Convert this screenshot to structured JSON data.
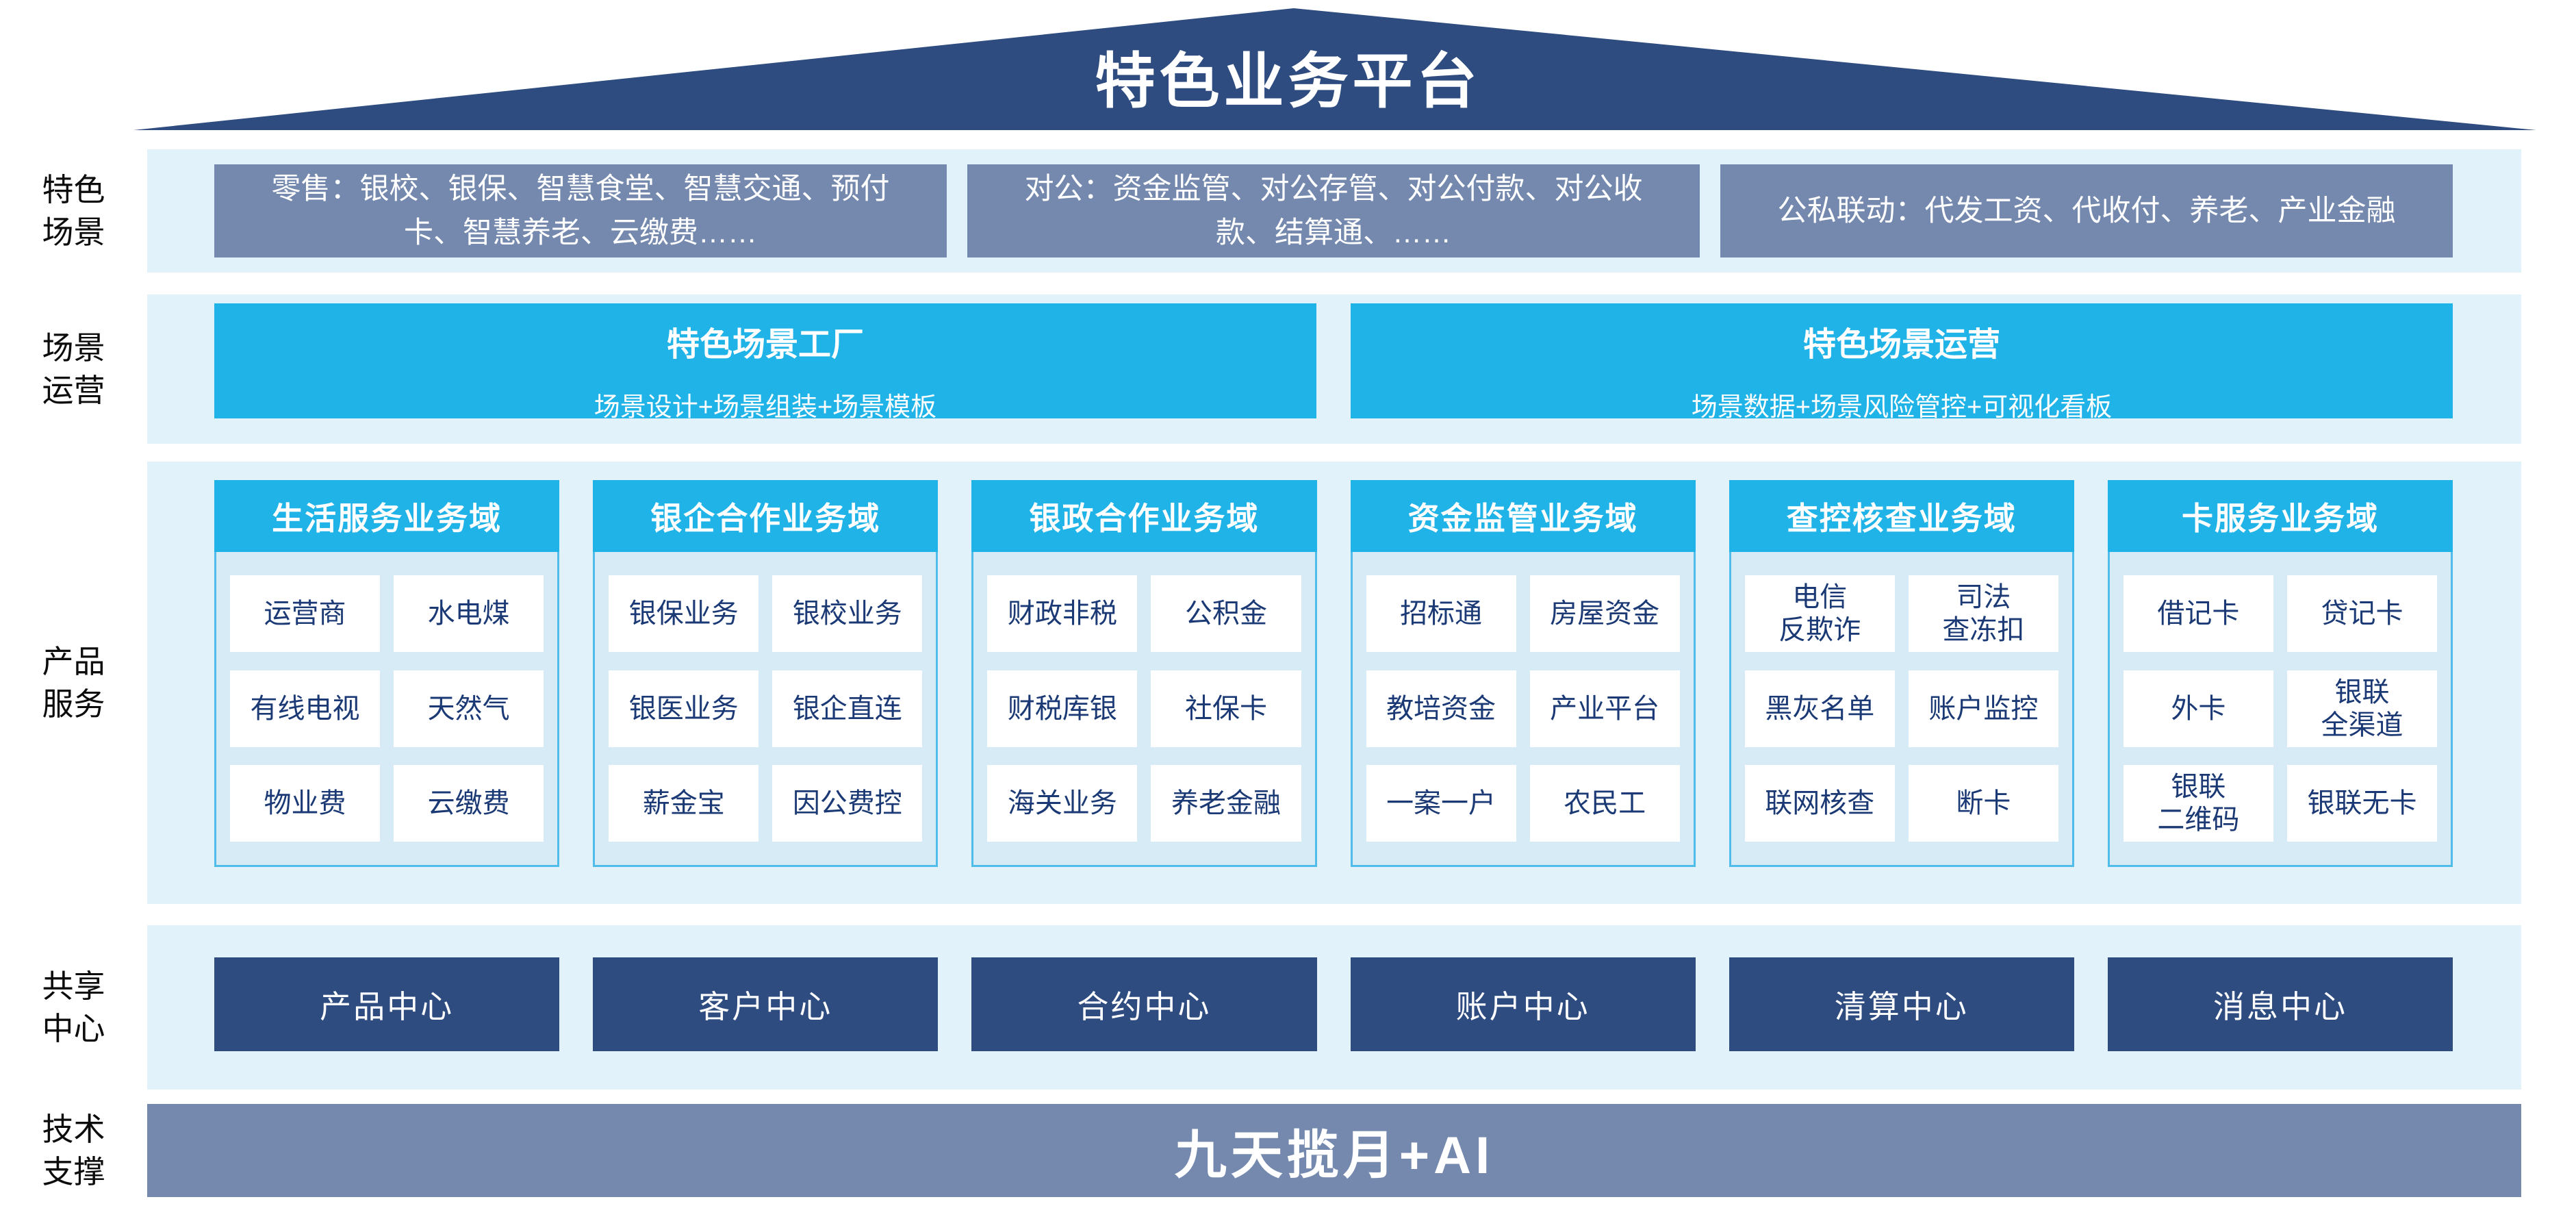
{
  "title": "特色业务平台",
  "colors": {
    "navy": "#2F4C80",
    "slate": "#7489AD",
    "cyan": "#1FB3E8",
    "strip": "#E2F2FA",
    "colbody": "#D7EBF7",
    "colborder": "#4FBCE9",
    "celltext": "#1B3A75"
  },
  "sections": {
    "scenes": {
      "label": "特色\n场景",
      "boxes": [
        "零售：银校、银保、智慧食堂、智慧交通、预付卡、智慧养老、云缴费……",
        "对公：资金监管、对公存管、对公付款、对公收款、结算通、……",
        "公私联动：代发工资、代收付、养老、产业金融"
      ]
    },
    "operations": {
      "label": "场景\n运营",
      "boxes": [
        {
          "title": "特色场景工厂",
          "subtitle": "场景设计+场景组装+场景模板"
        },
        {
          "title": "特色场景运营",
          "subtitle": "场景数据+场景风险管控+可视化看板"
        }
      ]
    },
    "products": {
      "label": "产品\n服务",
      "columns": [
        {
          "header": "生活服务业务域",
          "cells": [
            "运营商",
            "水电煤",
            "有线电视",
            "天然气",
            "物业费",
            "云缴费"
          ]
        },
        {
          "header": "银企合作业务域",
          "cells": [
            "银保业务",
            "银校业务",
            "银医业务",
            "银企直连",
            "薪金宝",
            "因公费控"
          ]
        },
        {
          "header": "银政合作业务域",
          "cells": [
            "财政非税",
            "公积金",
            "财税库银",
            "社保卡",
            "海关业务",
            "养老金融"
          ]
        },
        {
          "header": "资金监管业务域",
          "cells": [
            "招标通",
            "房屋资金",
            "教培资金",
            "产业平台",
            "一案一户",
            "农民工"
          ]
        },
        {
          "header": "查控核查业务域",
          "cells": [
            "电信\n反欺诈",
            "司法\n查冻扣",
            "黑灰名单",
            "账户监控",
            "联网核查",
            "断卡"
          ]
        },
        {
          "header": "卡服务业务域",
          "cells": [
            "借记卡",
            "贷记卡",
            "外卡",
            "银联\n全渠道",
            "银联\n二维码",
            "银联无卡"
          ]
        }
      ]
    },
    "shared": {
      "label": "共享\n中心",
      "centers": [
        "产品中心",
        "客户中心",
        "合约中心",
        "账户中心",
        "清算中心",
        "消息中心"
      ]
    },
    "tech": {
      "label": "技术\n支撑",
      "bar": "九天揽月+AI"
    }
  }
}
